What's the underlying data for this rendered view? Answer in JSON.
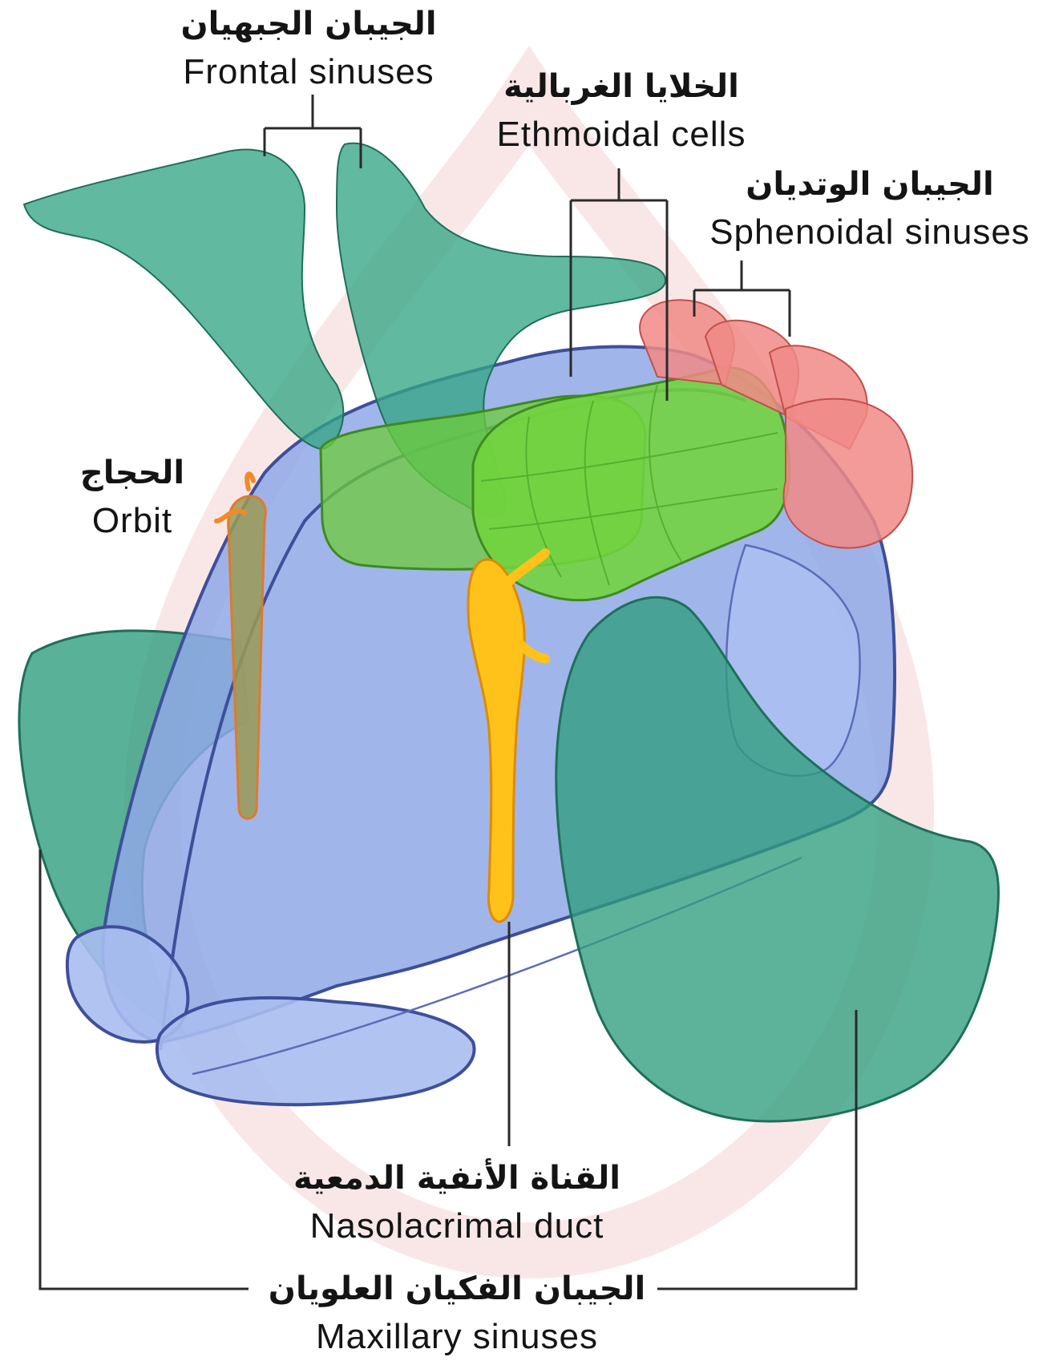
{
  "colors": {
    "leader": "#2a2a2a",
    "maxillary_fill": "#2f9d7e",
    "maxillary_stroke": "#1f6f5a",
    "frontal_fill": "#35a584",
    "nasal_fill": "#8fa8e6",
    "nasal_stroke": "#3e4f9a",
    "ethmoid_fill": "#6dcc3a",
    "ethmoid_stroke": "#3f8a20",
    "sphenoid_fill": "#f08a86",
    "sphenoid_stroke": "#c24f4c",
    "duct_fill": "#ffc21a",
    "duct_stroke": "#e08a00",
    "orbit_fill": "#9a9a55",
    "watermark": "#f6dada"
  },
  "labels": {
    "frontal": {
      "ar": "الجيبان الجبهيان",
      "en": "Frontal sinuses"
    },
    "ethmoidal": {
      "ar": "الخلايا الغربالية",
      "en": "Ethmoidal cells"
    },
    "sphenoidal": {
      "ar": "الجيبان الوتديان",
      "en": "Sphenoidal sinuses"
    },
    "orbit": {
      "ar": "الحجاج",
      "en": "Orbit"
    },
    "nasolacrimal": {
      "ar": "القناة الأنفية الدمعية",
      "en": "Nasolacrimal duct"
    },
    "maxillary": {
      "ar": "الجيبان الفكيان العلويان",
      "en": "Maxillary sinuses"
    }
  }
}
